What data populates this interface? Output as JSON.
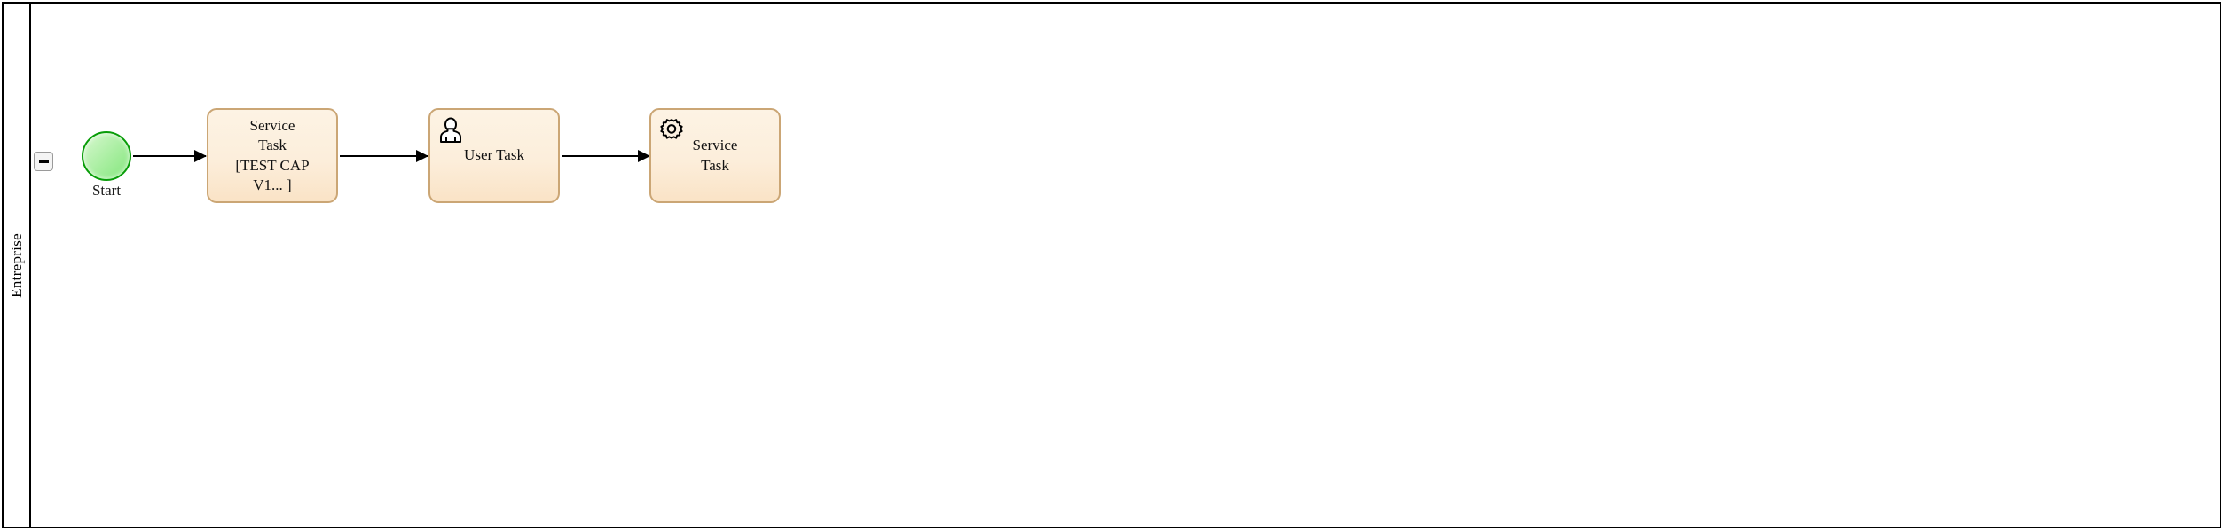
{
  "diagram": {
    "type": "bpmn-process",
    "pool": {
      "lane_label": "Entreprise",
      "collapse_button": {
        "icon": "minus-icon",
        "state": "expanded"
      }
    },
    "colors": {
      "pool_border": "#000000",
      "task_fill": "#fceedb",
      "task_border": "#cba675",
      "start_fill": "#a8eea0",
      "start_border": "#089c08",
      "flow_line": "#000000",
      "canvas_background": "#ffffff"
    },
    "nodes": [
      {
        "id": "start",
        "type": "start-event",
        "shape": "circle",
        "label": "Start",
        "label_position": "below",
        "icon": null
      },
      {
        "id": "service-task-1",
        "type": "service-task",
        "shape": "rounded-rect",
        "label": "Service\nTask\n[TEST CAP\nV1... ]",
        "label_position": "center",
        "icon": null
      },
      {
        "id": "user-task-1",
        "type": "user-task",
        "shape": "rounded-rect",
        "label": "User Task",
        "label_position": "center",
        "icon": "user-icon"
      },
      {
        "id": "service-task-2",
        "type": "service-task",
        "shape": "rounded-rect",
        "label": "Service\nTask",
        "label_position": "center",
        "icon": "gear-icon"
      }
    ],
    "flows": [
      {
        "id": "flow-1",
        "from": "start",
        "to": "service-task-1",
        "label": ""
      },
      {
        "id": "flow-2",
        "from": "service-task-1",
        "to": "user-task-1",
        "label": ""
      },
      {
        "id": "flow-3",
        "from": "user-task-1",
        "to": "service-task-2",
        "label": ""
      }
    ]
  }
}
